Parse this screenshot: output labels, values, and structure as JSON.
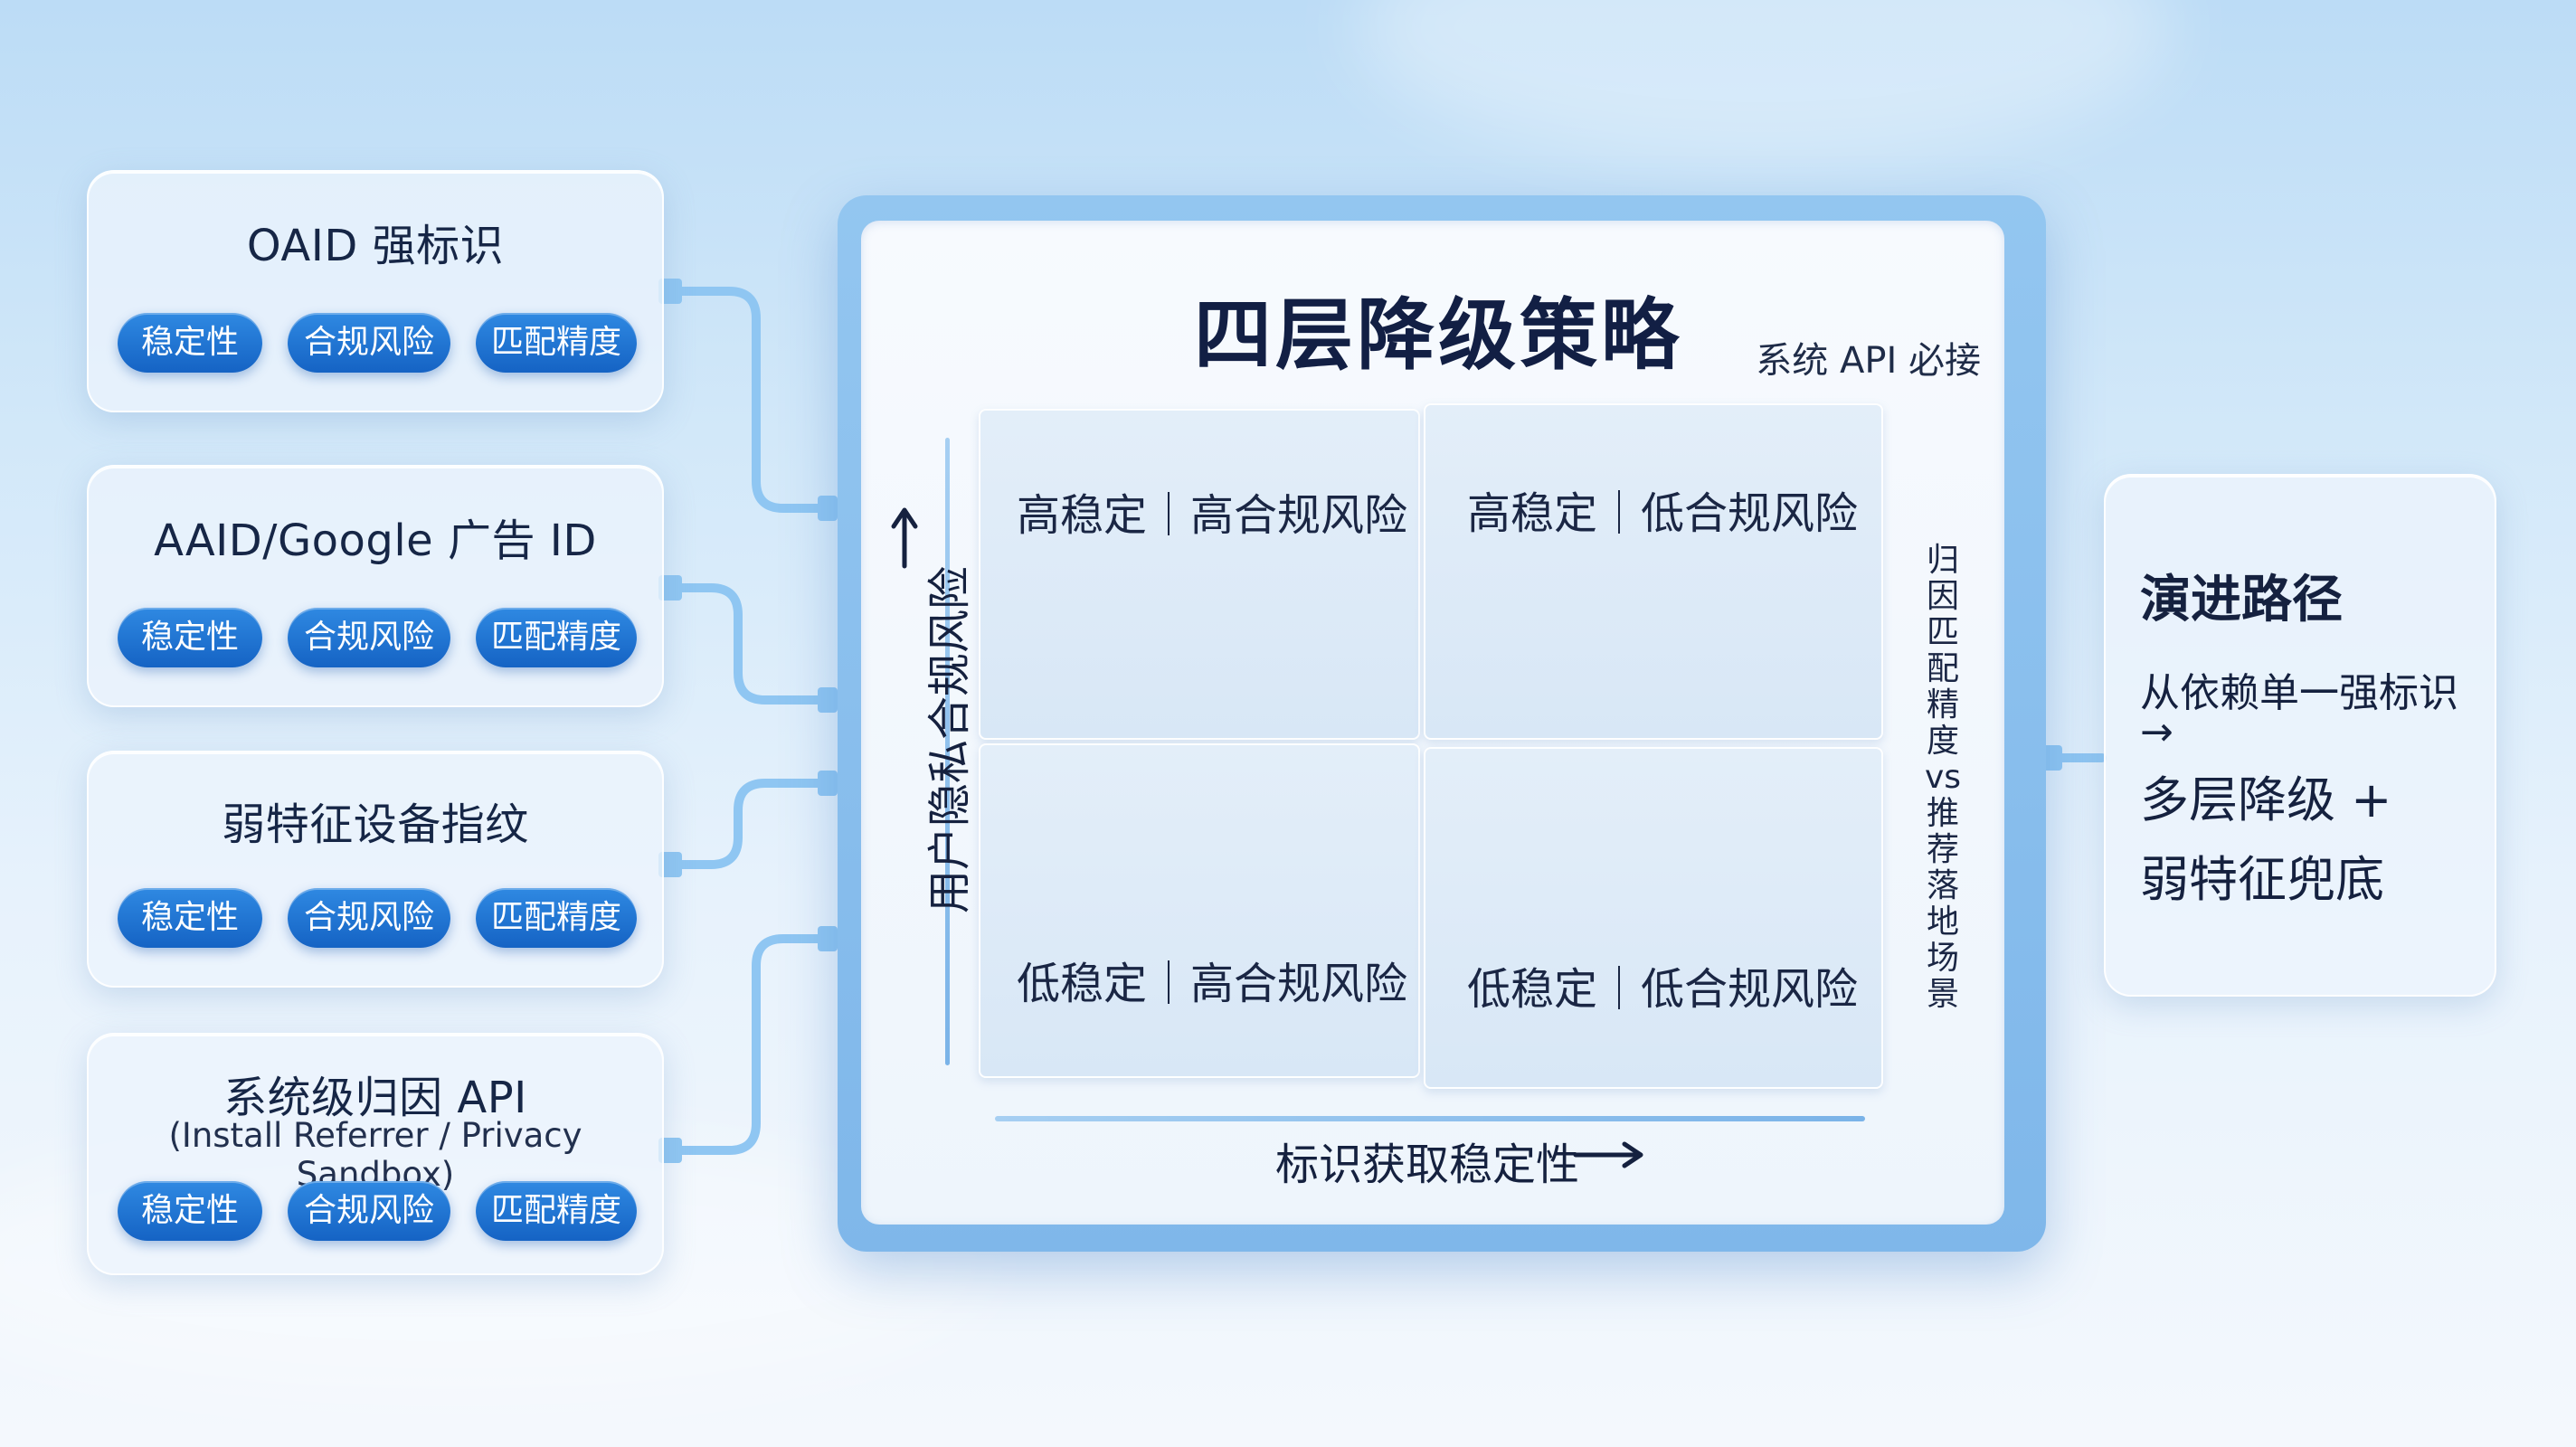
{
  "sources": [
    {
      "title": "OAID 强标识",
      "subtitle": "",
      "tags": [
        "稳定性",
        "合规风险",
        "匹配精度"
      ]
    },
    {
      "title": "AAID/Google 广告 ID",
      "subtitle": "",
      "tags": [
        "稳定性",
        "合规风险",
        "匹配精度"
      ]
    },
    {
      "title": "弱特征设备指纹",
      "subtitle": "",
      "tags": [
        "稳定性",
        "合规风险",
        "匹配精度"
      ]
    },
    {
      "title": "系统级归因 API",
      "subtitle": "(Install Referrer / Privacy Sandbox)",
      "tags": [
        "稳定性",
        "合规风险",
        "匹配精度"
      ]
    }
  ],
  "panel": {
    "title": "四层降级策略",
    "corner_note": "系统 API 必接",
    "quadrants": {
      "top_left": "高稳定｜高合规风险",
      "top_right": "高稳定｜低合规风险",
      "bottom_left": "低稳定｜高合规风险",
      "bottom_right": "低稳定｜低合规风险"
    },
    "x_axis_label": "标识获取稳定性",
    "y_axis_label": "用户隐私合规风险",
    "side_label": "归因匹配精度 vs 推荐落地场景"
  },
  "evolution": {
    "title": "演进路径",
    "line1": "从依赖单一强标识",
    "arrow": "→",
    "line2": "多层降级 +",
    "line3": "弱特征兜底"
  },
  "colors": {
    "pill_blue": "#1f74d6",
    "frame_blue": "#8cc1ee",
    "connector_blue": "#8fc6f2",
    "title_navy": "#121f44"
  }
}
